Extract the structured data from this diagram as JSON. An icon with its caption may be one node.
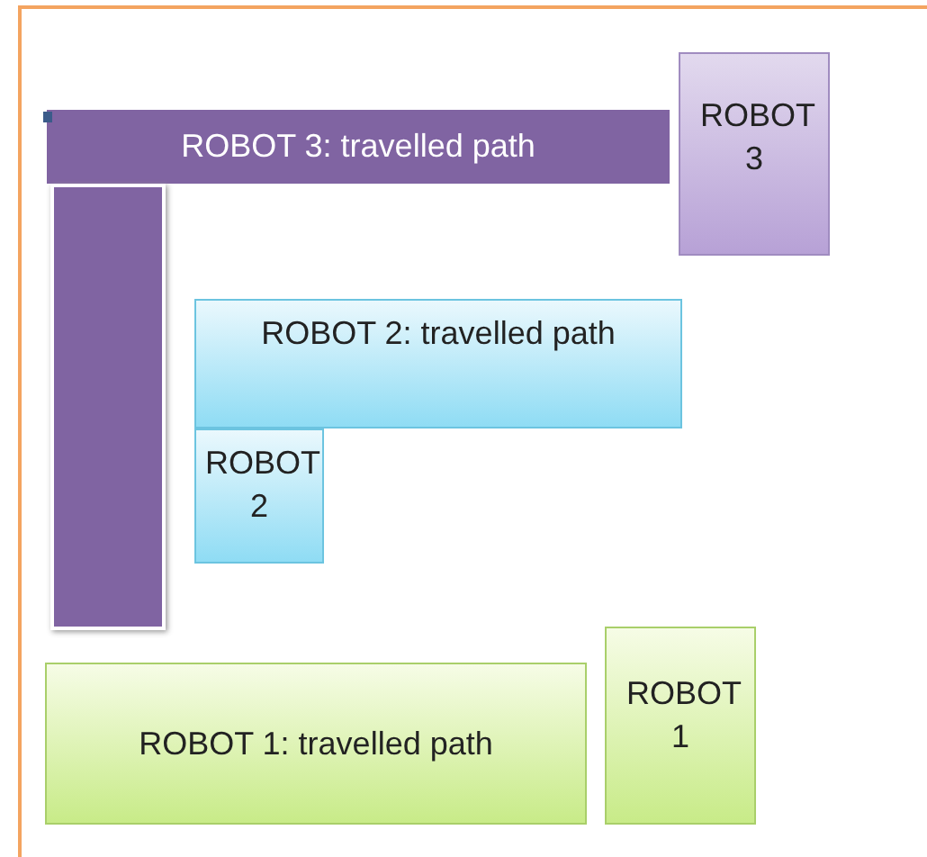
{
  "diagram": {
    "nodes": [
      {
        "text": [
          "ROBOT 3: travelled path"
        ]
      },
      {
        "text": [],
        "shape": "bar"
      },
      {
        "text": [
          "ROBOT 3"
        ]
      },
      {
        "text": [
          "ROBOT 2: travelled path"
        ]
      },
      {
        "text": [
          "ROBOT 2"
        ]
      },
      {
        "text": [
          "ROBOT 1: travelled path"
        ]
      },
      {
        "text": [
          "ROBOT 1"
        ]
      }
    ]
  }
}
